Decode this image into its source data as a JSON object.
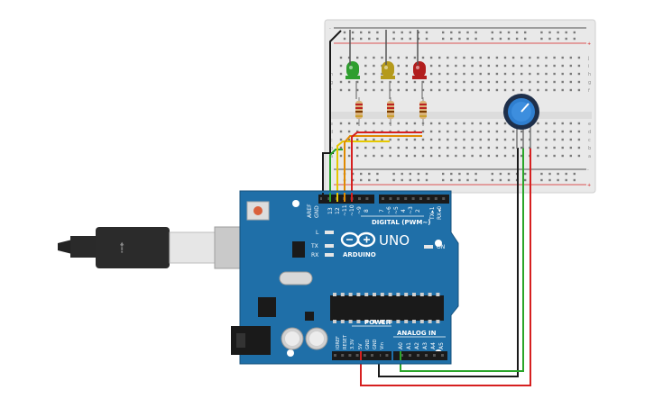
{
  "board": {
    "name_label": "UNO",
    "brand_label": "ARDUINO",
    "digital_label": "DIGITAL (PWM~)",
    "power_label": "POWER",
    "analog_label": "ANALOG IN",
    "on_label": "ON",
    "l_label": "L",
    "tx_label": "TX",
    "rx_label": "RX",
    "aref_label": "AREF",
    "gnd_label": "GND",
    "pin13_label": "13",
    "pin12_label": "12",
    "pin11_label": "~11",
    "pin10_label": "~10",
    "pin9_label": "~9",
    "pin8_label": "8",
    "pin7_label": "7",
    "pin6_label": "~6",
    "pin5_label": "~5",
    "pin4_label": "4",
    "pin3_label": "~3",
    "pin2_label": "2",
    "pin1_label": "TX▸1",
    "pin0_label": "RX◂0",
    "ioref_label": "IOREF",
    "reset_label": "RESET",
    "v33_label": "3.3V",
    "v5_label": "5V",
    "gnd2_label": "GND",
    "gnd3_label": "GND",
    "vin_label": "Vin",
    "a0_label": "A0",
    "a1_label": "A1",
    "a2_label": "A2",
    "a3_label": "A3",
    "a4_label": "A4",
    "a5_label": "A5"
  },
  "breadboard": {
    "minus_label": "-",
    "plus_label": "+",
    "row_letters_top": [
      "j",
      "i",
      "h",
      "g",
      "f"
    ],
    "row_letters_bottom": [
      "e",
      "d",
      "c",
      "b",
      "a"
    ]
  },
  "leds": [
    {
      "color_name": "green",
      "color": "#2e9e2e"
    },
    {
      "color_name": "yellow",
      "color": "#b59a1c"
    },
    {
      "color_name": "red",
      "color": "#b21e1e"
    }
  ],
  "wire_colors": {
    "black": "#1a1a1a",
    "red": "#d62020",
    "green": "#2aa52a",
    "yellow": "#e6c800",
    "orange": "#e08a00"
  },
  "board_color": "#1f6fa8"
}
